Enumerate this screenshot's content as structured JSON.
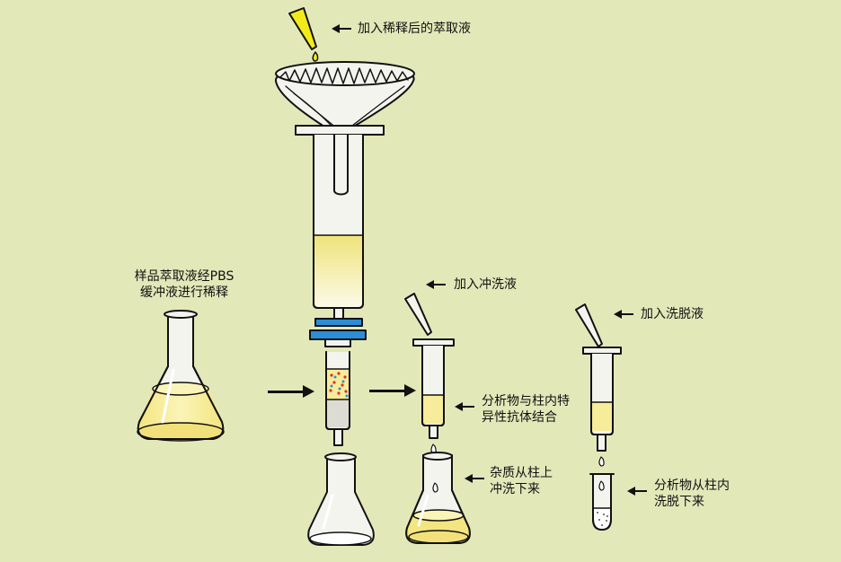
{
  "labels": {
    "add_diluted_extract": "加入稀释后的萃取液",
    "sample_dilution_line1": "样品萃取液经PBS",
    "sample_dilution_line2": "缓冲液进行稀释",
    "add_wash": "加入冲洗液",
    "add_elution": "加入洗脱液",
    "binding_line1": "分析物与柱内特",
    "binding_line2": "异性抗体结合",
    "impurities_line1": "杂质从柱上",
    "impurities_line2": "冲洗下来",
    "eluted_line1": "分析物从柱内",
    "eluted_line2": "洗脱下来"
  },
  "colors": {
    "background": "#e3e8b9",
    "liquid": "#f2e98f",
    "glass": "#f4f4ee",
    "column_disc": "#2b8ed6",
    "pipette_tip": "#f3ea1a",
    "outline": "#111111"
  }
}
